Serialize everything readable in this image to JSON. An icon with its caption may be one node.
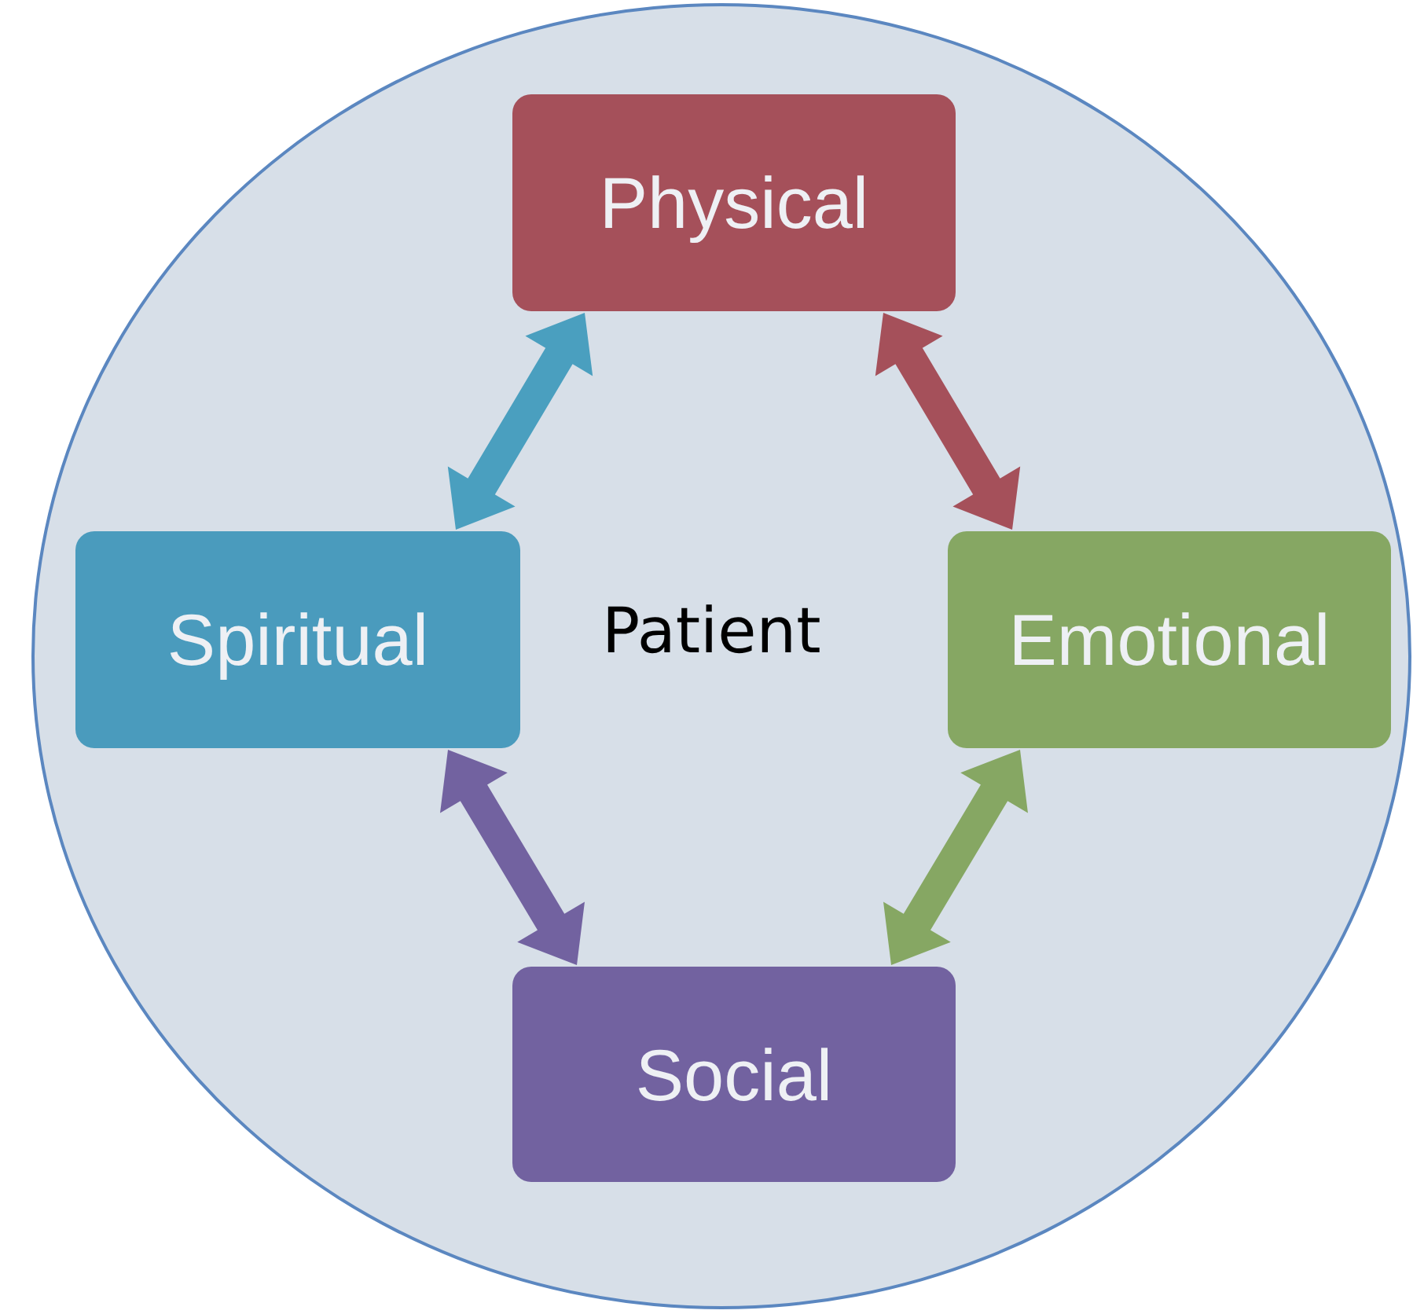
{
  "diagram": {
    "nodes": [
      {
        "text": [
          "Patient"
        ]
      },
      {
        "text": [
          "Physical"
        ],
        "in": 0
      },
      {
        "text": [
          "Spiritual"
        ],
        "in": 0
      },
      {
        "text": [
          "Emotional"
        ],
        "in": 0
      },
      {
        "text": [
          "Social"
        ],
        "in": 0
      }
    ],
    "edges": [
      {
        "from": 1,
        "to": 2,
        "arrow": "both",
        "style": "thick",
        "color": "#4a9fbf"
      },
      {
        "from": 1,
        "to": 3,
        "arrow": "both",
        "style": "thick",
        "color": "#a5505a"
      },
      {
        "from": 2,
        "to": 4,
        "arrow": "both",
        "style": "thick",
        "color": "#7262a0"
      },
      {
        "from": 3,
        "to": 4,
        "arrow": "both",
        "style": "thick",
        "color": "#86a763"
      }
    ]
  }
}
